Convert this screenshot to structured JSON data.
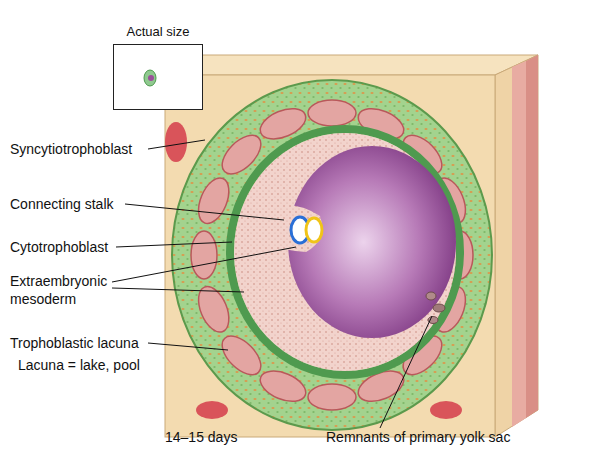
{
  "diagram": {
    "nodes": [
      {
        "text": [
          "Actual size"
        ]
      }
    ],
    "labels": [
      "Syncytiotrophoblast",
      "Connecting stalk",
      "Cytotrophoblast",
      "Extraembryonic mesoderm",
      "Trophoblastic lacuna",
      "Lacuna = lake, pool",
      "14–15 days",
      "Remnants of primary yolk sac"
    ]
  }
}
